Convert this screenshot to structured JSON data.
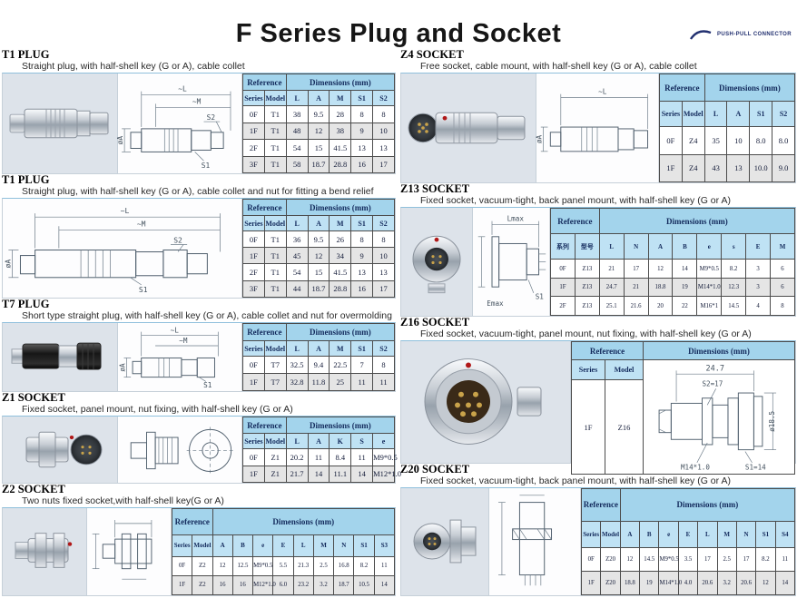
{
  "page": {
    "title": "F Series Plug and Socket"
  },
  "brand": {
    "tagline": "PUSH-PULL CONNECTOR"
  },
  "sections": {
    "t1a": {
      "heading": "T1 PLUG",
      "subtitle": "Straight plug, with half-shell key (G or A), cable collet",
      "drawing": {
        "dim_l": "~L",
        "dim_m": "~M",
        "s2": "S2",
        "s1": "S1",
        "dia": "øA"
      },
      "table": {
        "ref_label": "Reference",
        "dim_label": "Dimensions (mm)",
        "columns": [
          "Series",
          "Model",
          "L",
          "A",
          "M",
          "S1",
          "S2"
        ],
        "rows": [
          [
            "0F",
            "T1",
            "38",
            "9.5",
            "28",
            "8",
            "8"
          ],
          [
            "1F",
            "T1",
            "48",
            "12",
            "38",
            "9",
            "10"
          ],
          [
            "2F",
            "T1",
            "54",
            "15",
            "41.5",
            "13",
            "13"
          ],
          [
            "3F",
            "T1",
            "58",
            "18.7",
            "28.8",
            "16",
            "17"
          ]
        ]
      }
    },
    "t1b": {
      "heading": "T1 PLUG",
      "subtitle": "Straight plug, with half-shell key (G or A), cable collet and nut for fitting a bend relief",
      "drawing": {
        "dim_l": "~L",
        "dim_m": "~M",
        "s2": "S2",
        "s1": "S1",
        "dia": "øA"
      },
      "table": {
        "ref_label": "Reference",
        "dim_label": "Dimensions (mm)",
        "columns": [
          "Series",
          "Model",
          "L",
          "A",
          "M",
          "S1",
          "S2"
        ],
        "rows": [
          [
            "0F",
            "T1",
            "36",
            "9.5",
            "26",
            "8",
            "8"
          ],
          [
            "1F",
            "T1",
            "45",
            "12",
            "34",
            "9",
            "10"
          ],
          [
            "2F",
            "T1",
            "54",
            "15",
            "41.5",
            "13",
            "13"
          ],
          [
            "3F",
            "T1",
            "44",
            "18.7",
            "28.8",
            "16",
            "17"
          ]
        ]
      }
    },
    "t7": {
      "heading": "T7 PLUG",
      "subtitle": "Short type straight plug, with half-shell key (G or A), cable collet and nut for overmolding",
      "drawing": {
        "dim_l": "~L",
        "dim_m": "~M",
        "s1": "S1",
        "dia": "øA"
      },
      "table": {
        "ref_label": "Reference",
        "dim_label": "Dimensions (mm)",
        "columns": [
          "Series",
          "Model",
          "L",
          "A",
          "M",
          "S1",
          "S2"
        ],
        "rows": [
          [
            "0F",
            "T7",
            "32.5",
            "9.4",
            "22.5",
            "7",
            "8"
          ],
          [
            "1F",
            "T7",
            "32.8",
            "11.8",
            "25",
            "11",
            "11"
          ]
        ]
      }
    },
    "z1": {
      "heading": "Z1 SOCKET",
      "subtitle": "Fixed socket, panel mount, nut fixing, with half-shell key (G or A)",
      "table": {
        "ref_label": "Reference",
        "dim_label": "Dimensions (mm)",
        "columns": [
          "Series",
          "Model",
          "L",
          "A",
          "K",
          "S",
          "e"
        ],
        "rows": [
          [
            "0F",
            "Z1",
            "20.2",
            "11",
            "8.4",
            "11",
            "M9*0.5"
          ],
          [
            "1F",
            "Z1",
            "21.7",
            "14",
            "11.1",
            "14",
            "M12*1.0"
          ]
        ]
      }
    },
    "z2": {
      "heading": "Z2 SOCKET",
      "subtitle": "Two nuts fixed socket,with half-shell key(G or A)",
      "table": {
        "ref_label": "Reference",
        "dim_label": "Dimensions (mm)",
        "columns": [
          "Series",
          "Model",
          "A",
          "B",
          "e",
          "E",
          "L",
          "M",
          "N",
          "S1",
          "S3"
        ],
        "rows": [
          [
            "0F",
            "Z2",
            "12",
            "12.5",
            "M9*0.5",
            "5.5",
            "21.3",
            "2.5",
            "16.8",
            "8.2",
            "11"
          ],
          [
            "1F",
            "Z2",
            "16",
            "16",
            "M12*1.0",
            "6.0",
            "23.2",
            "3.2",
            "18.7",
            "10.5",
            "14"
          ]
        ]
      }
    },
    "z4": {
      "heading": "Z4 SOCKET",
      "subtitle": "Free socket, cable mount, with half-shell key (G or A), cable collet",
      "drawing": {
        "dim_l": "~L",
        "dia": "øA"
      },
      "table": {
        "ref_label": "Reference",
        "dim_label": "Dimensions (mm)",
        "columns": [
          "Series",
          "Model",
          "L",
          "A",
          "S1",
          "S2"
        ],
        "rows": [
          [
            "0F",
            "Z4",
            "35",
            "10",
            "8.0",
            "8.0"
          ],
          [
            "1F",
            "Z4",
            "43",
            "13",
            "10.0",
            "9.0"
          ]
        ]
      }
    },
    "z13": {
      "heading": "Z13 SOCKET",
      "subtitle": "Fixed socket, vacuum-tight, back panel mount, with half-shell key (G or A)",
      "drawing": {
        "top": "Lmax",
        "left": "Emax",
        "s1": "S1"
      },
      "table": {
        "ref_label": "Reference",
        "dim_label": "Dimensions (mm)",
        "columns": [
          "系列",
          "型号",
          "L",
          "N",
          "A",
          "B",
          "e",
          "s",
          "E",
          "M"
        ],
        "rows": [
          [
            "0F",
            "Z13",
            "21",
            "17",
            "12",
            "14",
            "M9*0.5",
            "8.2",
            "3",
            "6"
          ],
          [
            "1F",
            "Z13",
            "24.7",
            "21",
            "18.8",
            "19",
            "M14*1.0",
            "12.3",
            "3",
            "6"
          ],
          [
            "2F",
            "Z13",
            "25.1",
            "21.6",
            "20",
            "22",
            "M16*1",
            "14.5",
            "4",
            "8"
          ]
        ]
      }
    },
    "z16": {
      "heading": "Z16 SOCKET",
      "subtitle": "Fixed socket, vacuum-tight, panel mount, nut fixing, with half-shell key (G or A)",
      "table": {
        "ref_label": "Reference",
        "dim_label": "Dimensions (mm)",
        "series_label": "Series",
        "model_label": "Model",
        "series": "1F",
        "model": "Z16"
      },
      "drawing": {
        "width": "24.7",
        "s2": "S2=17",
        "dia": "ø18.5",
        "thread": "M14*1.0",
        "s1": "S1=14"
      }
    },
    "z20": {
      "heading": "Z20 SOCKET",
      "subtitle": "Fixed socket, vacuum-tight, back panel mount, with half-shell key (G or A)",
      "table": {
        "ref_label": "Reference",
        "dim_label": "Dimensions (mm)",
        "columns": [
          "Series",
          "Model",
          "A",
          "B",
          "e",
          "E",
          "L",
          "M",
          "N",
          "S1",
          "S4"
        ],
        "rows": [
          [
            "0F",
            "Z20",
            "12",
            "14.5",
            "M9*0.5",
            "3.5",
            "17",
            "2.5",
            "17",
            "8.2",
            "11"
          ],
          [
            "1F",
            "Z20",
            "18.8",
            "19",
            "M14*1.0",
            "4.0",
            "20.6",
            "3.2",
            "20.6",
            "12",
            "14"
          ]
        ]
      }
    }
  }
}
